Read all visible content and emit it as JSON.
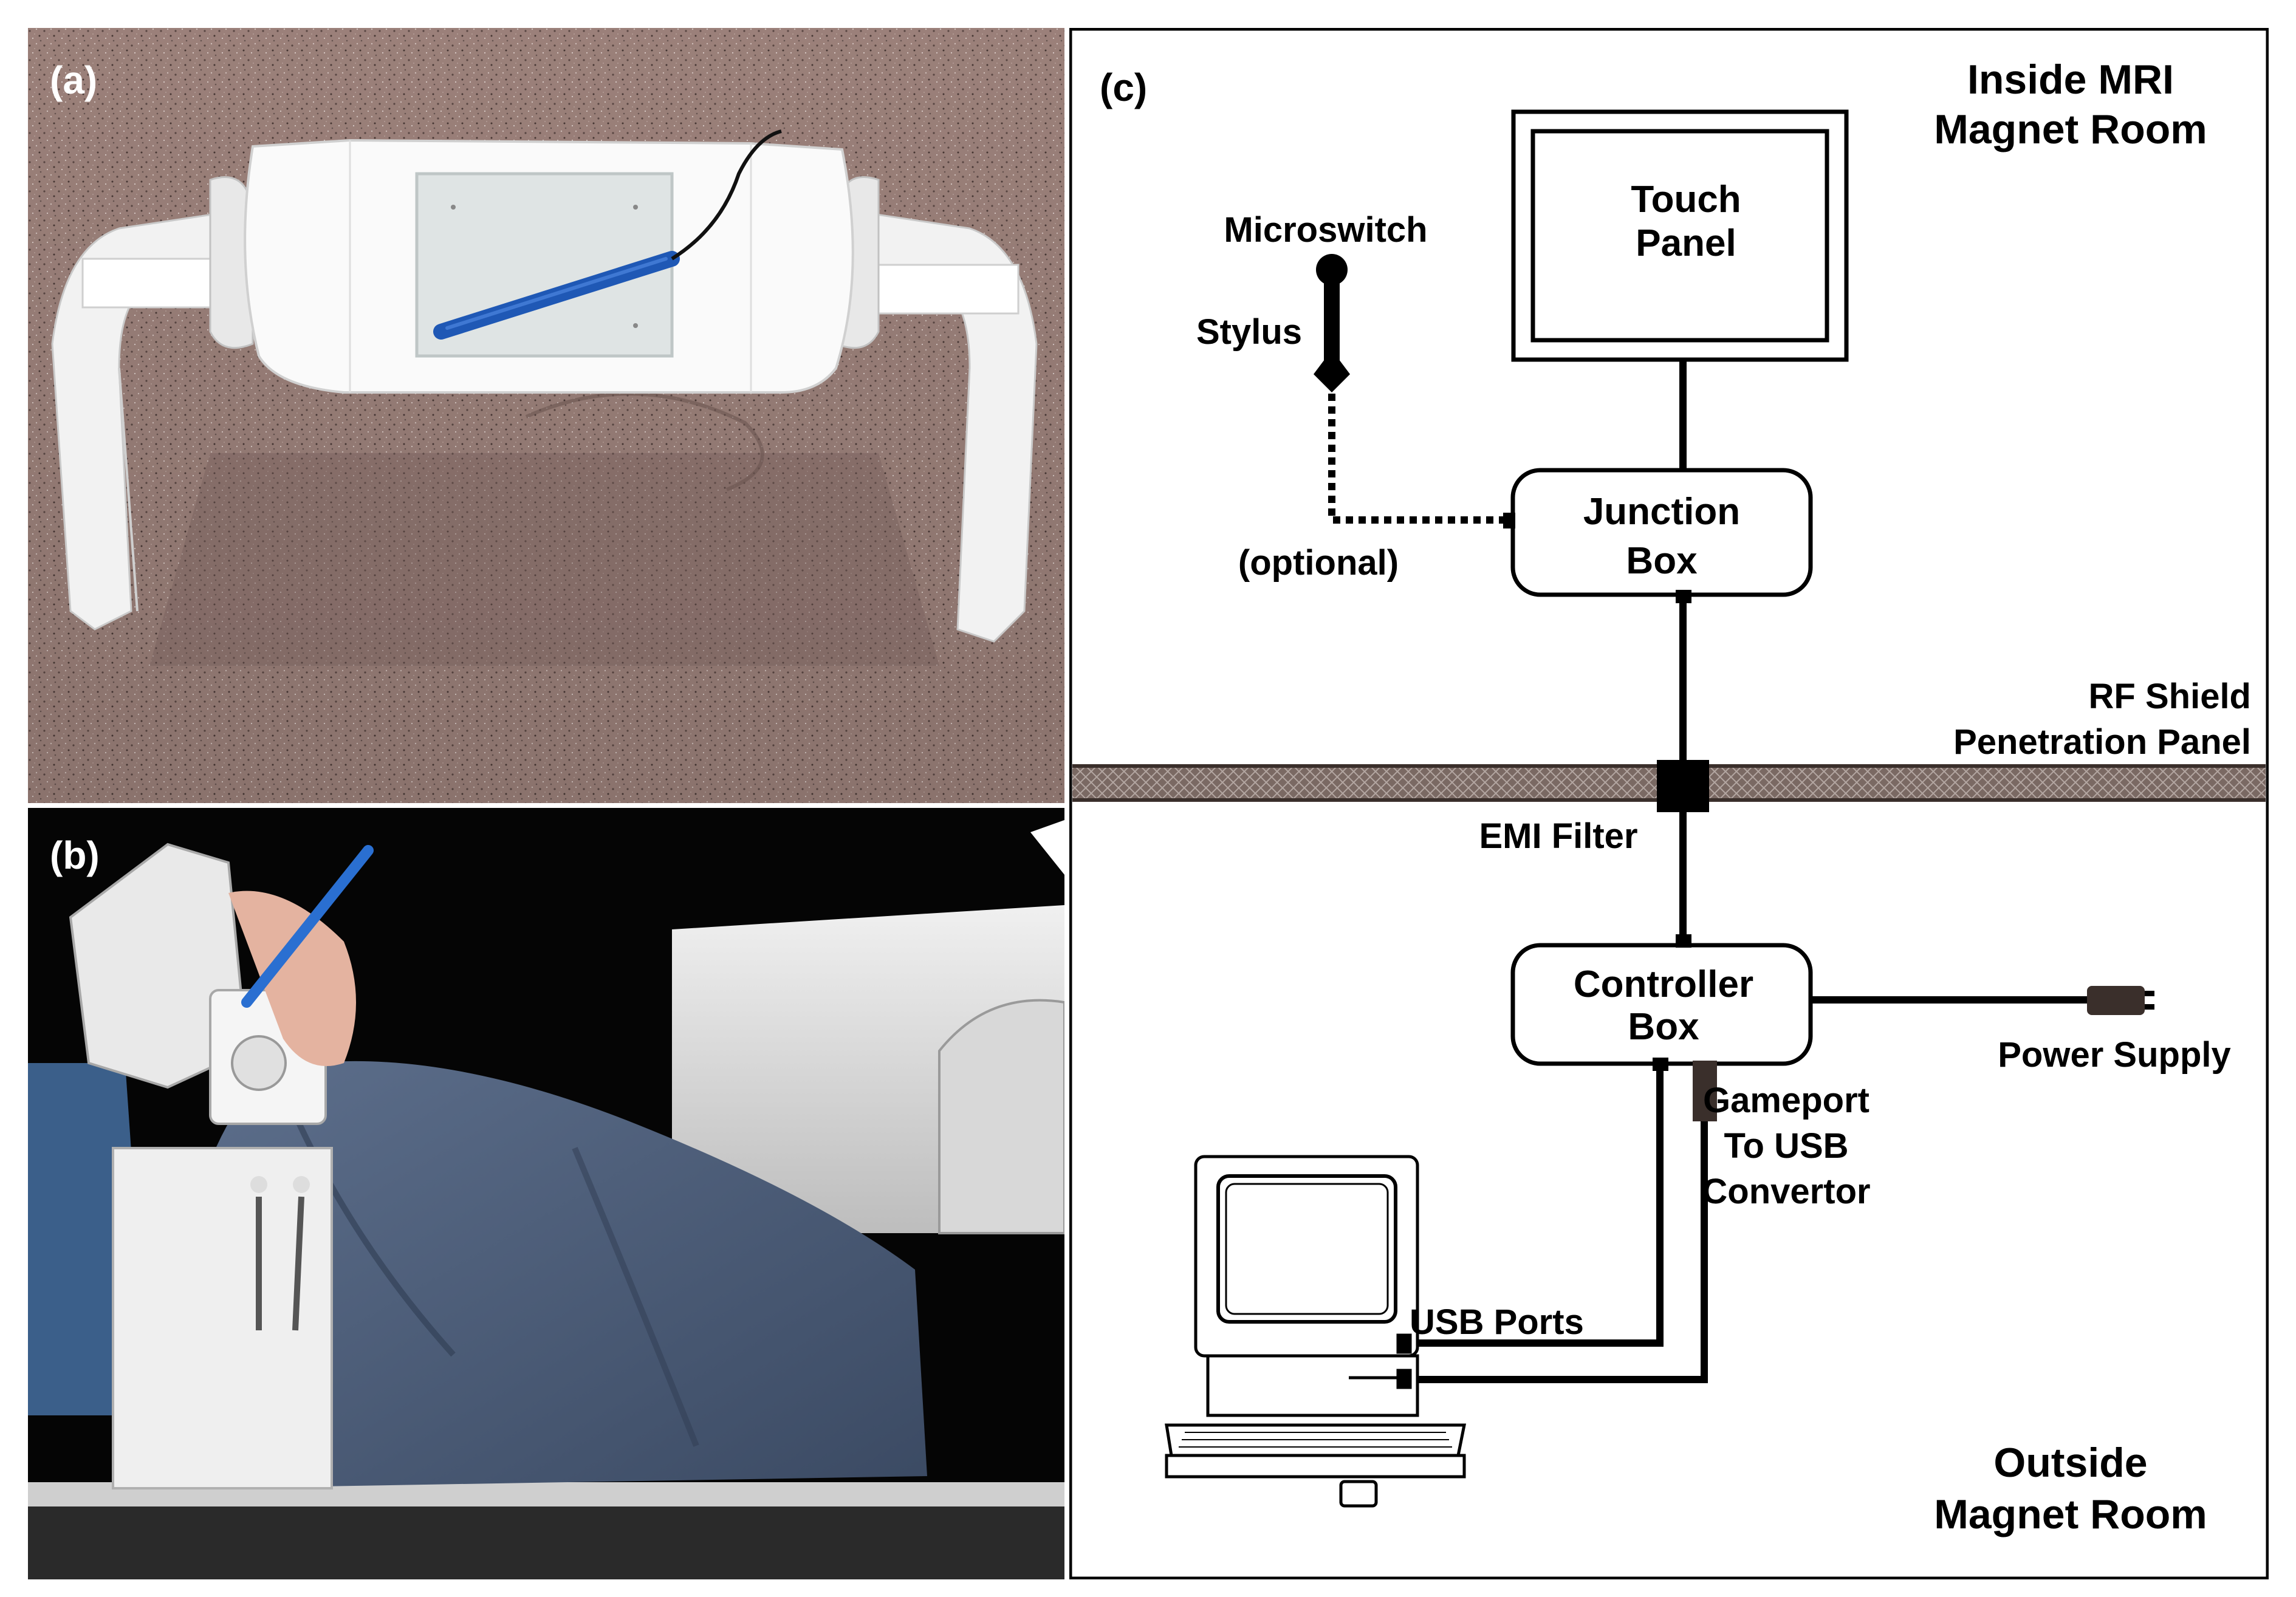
{
  "panel_a": {
    "label": "(a)"
  },
  "panel_b": {
    "label": "(b)"
  },
  "panel_c": {
    "label": "(c)",
    "region_inside_line1": "Inside MRI",
    "region_inside_line2": "Magnet Room",
    "region_outside_line1": "Outside",
    "region_outside_line2": "Magnet Room",
    "touch_panel_line1": "Touch",
    "touch_panel_line2": "Panel",
    "junction_box_line1": "Junction",
    "junction_box_line2": "Box",
    "microswitch": "Microswitch",
    "stylus": "Stylus",
    "optional": "(optional)",
    "rf_shield_line1": "RF Shield",
    "rf_shield_line2": "Penetration Panel",
    "emi_filter": "EMI Filter",
    "controller_box_line1": "Controller",
    "controller_box_line2": "Box",
    "power_supply": "Power Supply",
    "gameport_line1": "Gameport",
    "gameport_line2": "To USB",
    "gameport_line3": "Convertor",
    "usb_ports": "USB Ports"
  },
  "colors": {
    "line": "#000000",
    "shield": "#6b5a55",
    "connector": "#3a2f2b",
    "carpet": "#a38780"
  }
}
